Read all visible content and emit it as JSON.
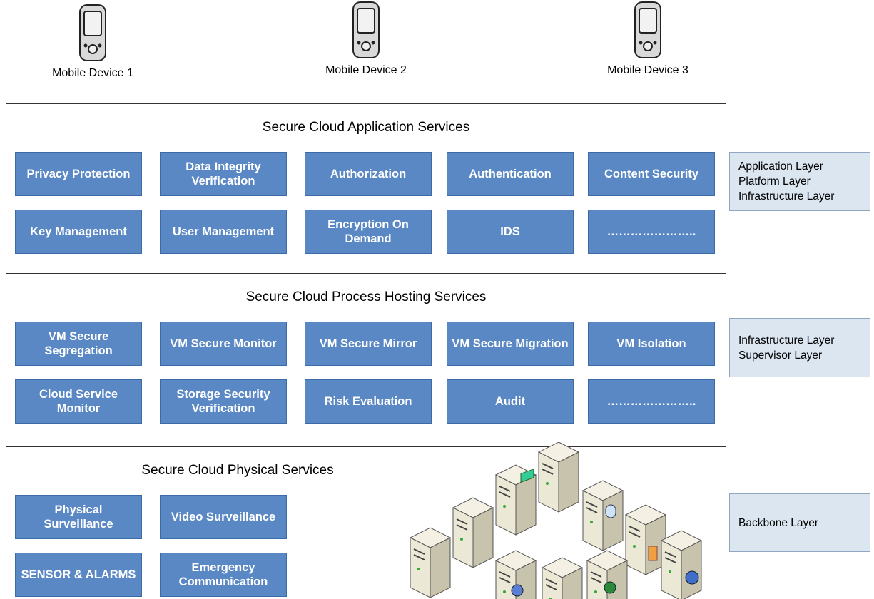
{
  "devices": [
    "Mobile Device 1",
    "Mobile Device 2",
    "Mobile Device 3"
  ],
  "application_services": {
    "title": "Secure Cloud Application Services",
    "row1": [
      "Privacy Protection",
      "Data Integrity Verification",
      "Authorization",
      "Authentication",
      "Content Security"
    ],
    "row2": [
      "Key Management",
      "User Management",
      "Encryption On Demand",
      "IDS",
      "………………….."
    ]
  },
  "process_hosting_services": {
    "title": "Secure Cloud Process Hosting Services",
    "row1": [
      "VM Secure Segregation",
      "VM Secure Monitor",
      "VM Secure Mirror",
      "VM Secure Migration",
      "VM Isolation"
    ],
    "row2": [
      "Cloud Service Monitor",
      "Storage Security Verification",
      "Risk Evaluation",
      "Audit",
      "………………….."
    ]
  },
  "physical_services": {
    "title": "Secure Cloud Physical Services",
    "items": [
      "Physical Surveillance",
      "Video Surveillance",
      "SENSOR & ALARMS",
      "Emergency Communication"
    ]
  },
  "side_labels": {
    "application": [
      "Application Layer",
      "Platform Layer",
      "Infrastructure Layer"
    ],
    "hosting": [
      "Infrastructure Layer",
      "Supervisor Layer"
    ],
    "physical": [
      "Backbone Layer"
    ]
  },
  "colors": {
    "service_box": "#5a88c4",
    "side_box": "#dbe6f1"
  }
}
